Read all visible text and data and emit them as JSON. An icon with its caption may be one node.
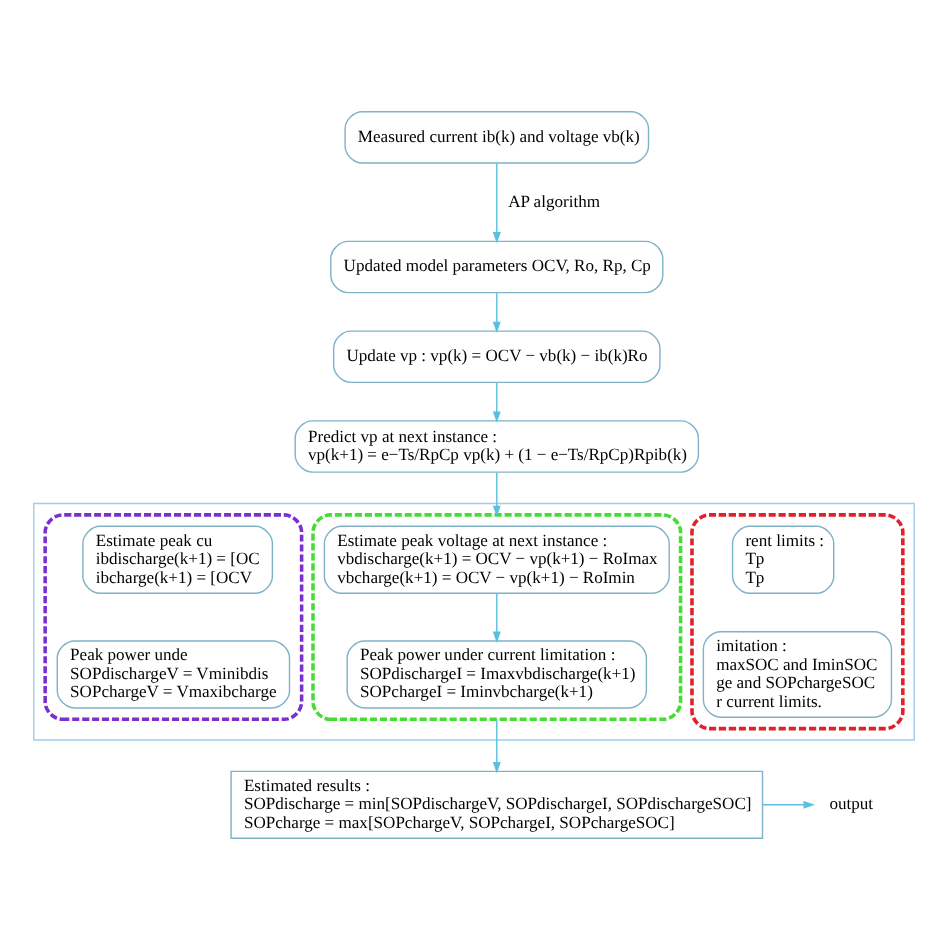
{
  "diagram": {
    "nodes": [
      {
        "text": [
          "Measured current ib(k) and voltage vb(k)"
        ]
      },
      {
        "text": [
          "Updated model parameters OCV, Ro, Rp, Cp"
        ]
      },
      {
        "text": [
          "Update vp : vp(k) = OCV − vb(k) − ib(k)Ro"
        ]
      },
      {
        "text": [
          "Predict vp at next instance :",
          "vp(k+1) = e−Ts/RpCp vp(k) + (1 − e−Ts/RpCp)Rpib(k)"
        ]
      },
      {
        "text": [],
        "shape": "box"
      },
      {
        "text": [],
        "shape": "box",
        "in": 4
      },
      {
        "text": [
          "rent limits :",
          "Tp",
          "Tp"
        ],
        "in": 5
      },
      {
        "text": [
          "imitation :",
          "maxSOC and IminSOC",
          "ge and SOPchargeSOC",
          "r current limits."
        ],
        "in": 5
      },
      {
        "text": [],
        "shape": "box",
        "in": 4
      },
      {
        "text": [
          "Estimate peak voltage at next instance :",
          "vbdischarge(k+1) = OCV − vp(k+1) − RoImax",
          "vbcharge(k+1) = OCV − vp(k+1) − RoImin"
        ],
        "in": 8
      },
      {
        "text": [
          "Peak power under current limitation :",
          "SOPdischargeI = Imaxvbdischarge(k+1)",
          "SOPchargeI = Iminvbcharge(k+1)"
        ],
        "in": 8
      },
      {
        "text": [],
        "shape": "box",
        "in": 4
      },
      {
        "text": [
          "Estimate peak cu",
          "ibdischarge(k+1) = [OC",
          "ibcharge(k+1) = [OCV"
        ],
        "in": 11
      },
      {
        "text": [
          "Peak power unde",
          "SOPdischargeV = Vminibdis",
          "SOPchargeV = Vmaxibcharge"
        ],
        "in": 11
      },
      {
        "text": [
          "Estimated results :",
          "SOPdischarge = min[SOPdischargeV, SOPdischargeI, SOPdischargeSOC]",
          "SOPcharge = max[SOPchargeV, SOPchargeI, SOPchargeSOC]"
        ]
      },
      {
        "text": [
          "output"
        ]
      }
    ],
    "edges": [
      {
        "from": 0,
        "to": 1,
        "arrow": "to",
        "label": "AP algorithm"
      },
      {
        "from": 1,
        "to": 2,
        "arrow": "to"
      },
      {
        "from": 2,
        "to": 3,
        "arrow": "to"
      },
      {
        "from": 3,
        "to": 8,
        "arrow": "to"
      },
      {
        "from": 9,
        "to": 10,
        "arrow": "to"
      },
      {
        "from": 8,
        "to": 14,
        "arrow": "to"
      },
      {
        "from": 14,
        "to": 15,
        "arrow": "to"
      }
    ]
  }
}
